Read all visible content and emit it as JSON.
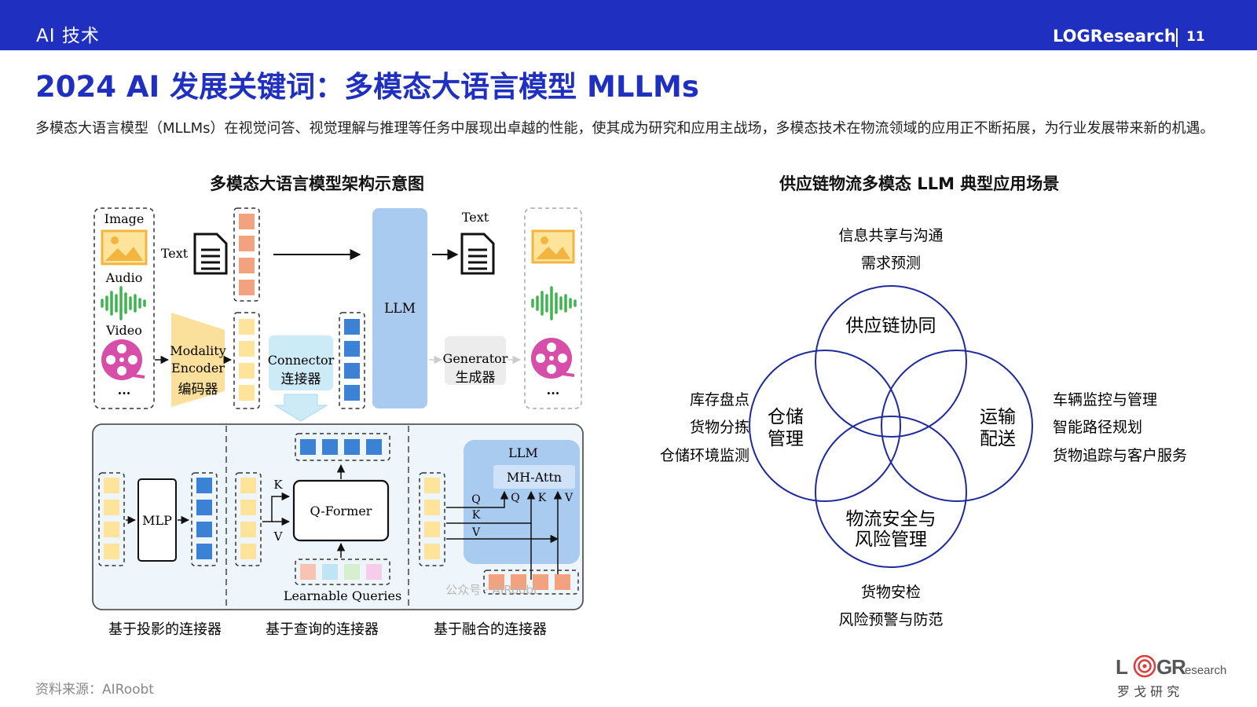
{
  "header": {
    "section": "AI 技术",
    "brand": "LOGResearch",
    "page_number": "11"
  },
  "title": "2024 AI 发展关键词：多模态大语言模型 MLLMs",
  "intro": "多模态大语言模型（MLLMs）在视觉问答、视觉理解与推理等任务中展现出卓越的性能，使其成为研究和应用主战场，多模态技术在物流领域的应用正不断拓展，为行业发展带来新的机遇。",
  "left_diagram": {
    "title": "多模态大语言模型架构示意图",
    "input_labels": {
      "image": "Image",
      "audio": "Audio",
      "video": "Video",
      "text": "Text",
      "ellipsis": "···"
    },
    "encoder": {
      "en_1": "Modality",
      "en_2": "Encoder",
      "zh": "编码器"
    },
    "connector": {
      "en": "Connector",
      "zh": "连接器"
    },
    "llm": "LLM",
    "output_text": "Text",
    "generator": {
      "en": "Generator",
      "zh": "生成器"
    },
    "panel": {
      "mlp": "MLP",
      "qformer": "Q-Former",
      "k": "K",
      "v": "V",
      "learnable_queries": "Learnable Queries",
      "fusion_llm": "LLM",
      "mh_attn": "MH-Attn",
      "q": "Q",
      "watermark": "公众号 · AIRoobt"
    },
    "captions": [
      "基于投影的连接器",
      "基于查询的连接器",
      "基于融合的连接器"
    ]
  },
  "right_diagram": {
    "title": "供应链物流多模态 LLM 典型应用场景",
    "circles": {
      "top": "供应链协同",
      "left_1": "仓储",
      "left_2": "管理",
      "right_1": "运输",
      "right_2": "配送",
      "bottom_1": "物流安全与",
      "bottom_2": "风险管理"
    },
    "labels": {
      "top": [
        "信息共享与沟通",
        "需求预测"
      ],
      "left": [
        "库存盘点",
        "货物分拣",
        "仓储环境监测"
      ],
      "right": [
        "车辆监控与管理",
        "智能路径规划",
        "货物追踪与客户服务"
      ],
      "bottom": [
        "货物安检",
        "风险预警与防范"
      ]
    }
  },
  "footer": {
    "source": "资料来源：AIRoobt",
    "logo_text": "LOGResearch",
    "logo_cn": "罗  戈  研  究"
  },
  "colors": {
    "brand_blue": "#1f2fbf",
    "venn_stroke": "#1f2a9c",
    "token_orange": "#f2a27e",
    "token_yellow": "#fde49a",
    "token_blue": "#3b82d6",
    "llm_fill": "#a9cbf0",
    "connector_fill": "#cdeaf7",
    "encoder_fill": "#fbe09b"
  }
}
